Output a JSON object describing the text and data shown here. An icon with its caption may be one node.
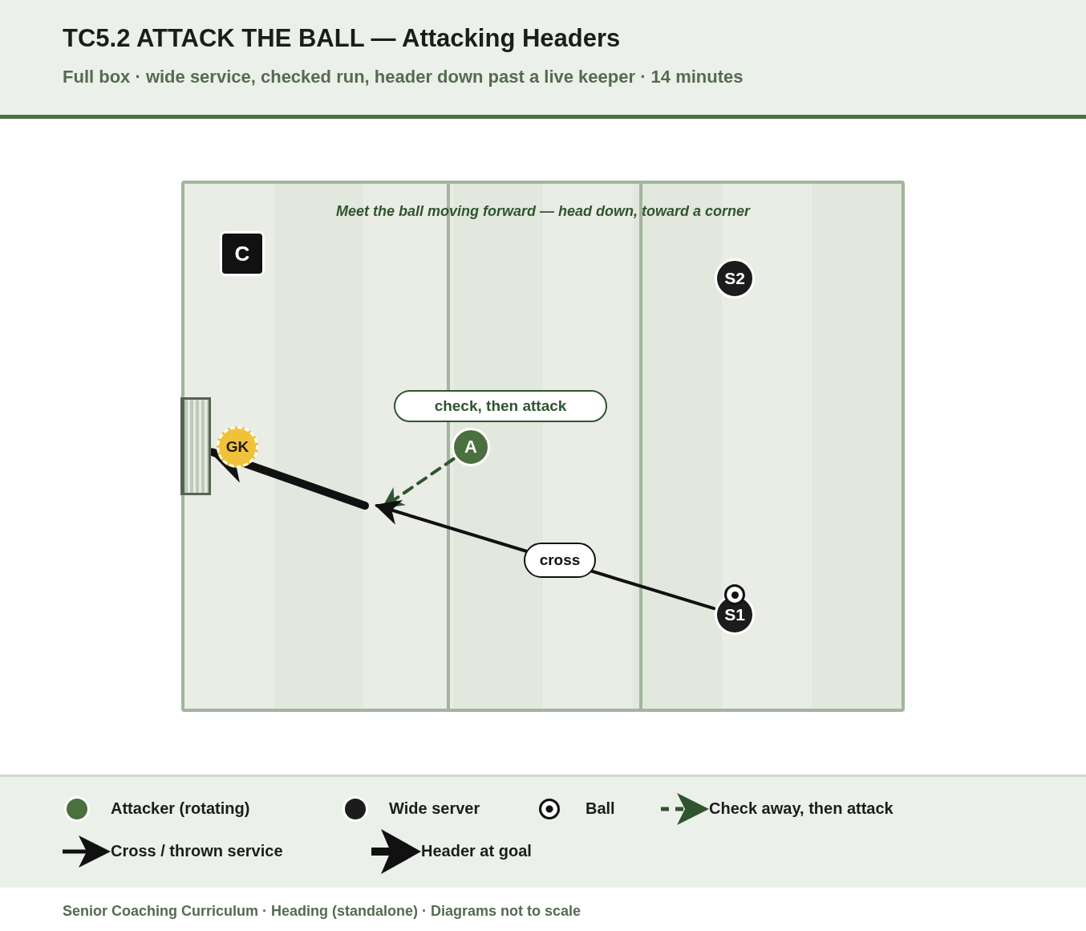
{
  "diagram": {
    "title": "TC5.2 ATTACK THE BALL — Attacking Headers",
    "nodes": [
      {
        "text": [
          "C"
        ]
      },
      {
        "text": [
          "S2"
        ]
      },
      {
        "text": [
          "GK"
        ]
      },
      {
        "text": [
          "A"
        ]
      },
      {
        "text": [
          "S1"
        ]
      },
      {
        "text": [],
        "shape": "circle"
      },
      {
        "text": [],
        "shape": "box"
      }
    ],
    "edges": [
      {
        "from": 3,
        "to": null,
        "arrow": "to",
        "label": "check, then attack",
        "style": "dashed",
        "color": "#2f5530"
      },
      {
        "from": 4,
        "to": null,
        "arrow": "to",
        "label": "cross"
      },
      {
        "from": null,
        "to": 6,
        "arrow": "to",
        "style": "thick"
      }
    ],
    "labels": [
      "Full box · wide service, checked run, header down past a live keeper · 14 minutes",
      "Meet the ball moving forward — head down, toward a corner",
      "Senior Coaching Curriculum · Heading (standalone) · Diagrams not to scale"
    ],
    "legend": [
      {
        "text": "Attacker (rotating)",
        "color": "#4a7040"
      },
      {
        "text": "Wide server",
        "color": "#1c1c1c"
      },
      {
        "text": "Ball"
      },
      {
        "text": "Check away, then attack"
      },
      {
        "text": "Cross / thrown service"
      },
      {
        "text": "Header at goal"
      }
    ]
  }
}
